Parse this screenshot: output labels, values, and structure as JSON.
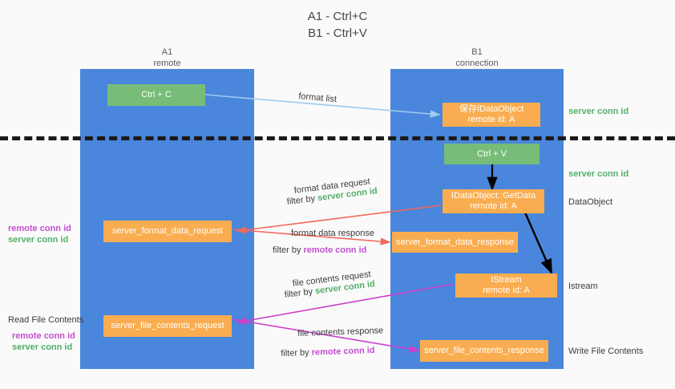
{
  "title": {
    "line1": "A1 - Ctrl+C",
    "line2": "B1 - Ctrl+V"
  },
  "lanes": [
    {
      "name": "A1",
      "sub": "remote"
    },
    {
      "name": "B1",
      "sub": "connection"
    }
  ],
  "colors": {
    "lane": "#4a86db",
    "box_orange": "#f9ad50",
    "box_green": "#77bd78",
    "green_text": "#51b06a",
    "purple_text": "#c44fd0",
    "arrow_blue": "#9ecbee",
    "arrow_red": "#f06a5a",
    "arrow_magenta": "#cc3fcc",
    "arrow_black": "#000000",
    "background": "#fafafa"
  },
  "nodes": {
    "ctrl_c": {
      "line1": "Ctrl + C",
      "line2": ""
    },
    "save_idataobject": {
      "line1": "保存IDataObject",
      "line2": "remote id: A"
    },
    "ctrl_v": {
      "line1": "Ctrl + V",
      "line2": ""
    },
    "getdata": {
      "line1": "IDataObject::GetData",
      "line2": "remote id: A"
    },
    "server_format_data_request": {
      "line1": "server_format_data_request",
      "line2": ""
    },
    "server_format_data_response": {
      "line1": "server_format_data_response",
      "line2": ""
    },
    "istream": {
      "line1": "IStream",
      "line2": "remote id: A"
    },
    "server_file_contents_request": {
      "line1": "server_file_contents_request",
      "line2": ""
    },
    "server_file_contents_response": {
      "line1": "server_file_contents_response",
      "line2": ""
    }
  },
  "edge_labels": {
    "format_list": "format list",
    "format_data_request": "format data request",
    "format_data_request_filter_prefix": "filter by ",
    "format_data_request_filter_key": "server conn id",
    "format_data_response": "format data response",
    "format_data_response_filter_prefix": "filter by ",
    "format_data_response_filter_key": "remote conn id",
    "file_contents_request": "file contents request",
    "file_contents_request_filter_prefix": "filter by ",
    "file_contents_request_filter_key": "server conn id",
    "file_contents_response": "file contents response",
    "file_contents_response_filter_prefix": "filter by ",
    "file_contents_response_filter_key": "remote conn id"
  },
  "right_annotations": {
    "server_conn_id_1": "server conn id",
    "server_conn_id_2": "server conn id",
    "dataobject": "DataObject",
    "istream": "Istream",
    "write_file_contents": "Write File Contents"
  },
  "left_annotations": {
    "format_remote_conn_id": "remote conn id",
    "format_server_conn_id": "server conn id",
    "read_file_contents": "Read File Contents",
    "file_remote_conn_id": "remote conn id",
    "file_server_conn_id": "server conn id"
  }
}
